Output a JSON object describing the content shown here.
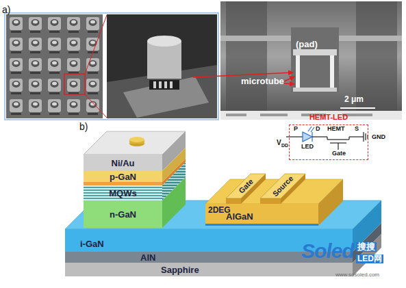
{
  "diagram": {
    "nodes": [
      {
        "text": [
          "HEMT-LED"
        ]
      },
      {
        "text": [
          "Ni/Au"
        ]
      },
      {
        "text": [
          "p-GaN"
        ]
      },
      {
        "text": [
          "MQWs"
        ]
      },
      {
        "text": [
          "n-GaN"
        ]
      },
      {
        "text": [
          "Gate"
        ]
      },
      {
        "text": [
          "Source"
        ]
      },
      {
        "text": [
          "AlGaN"
        ]
      },
      {
        "text": [
          "i-GaN"
        ]
      },
      {
        "text": [
          "AlN"
        ]
      },
      {
        "text": [
          "Sapphire"
        ]
      }
    ],
    "labels": [
      "a)",
      "(pad)",
      "microtube",
      "2 μm",
      "b)",
      "P",
      "D",
      "HEMT",
      "S",
      "V",
      "DD",
      "LED",
      "Gate",
      "GND",
      "2DEG",
      "Soled",
      "搜搜",
      "LED网",
      "www.sosoled.com"
    ]
  }
}
